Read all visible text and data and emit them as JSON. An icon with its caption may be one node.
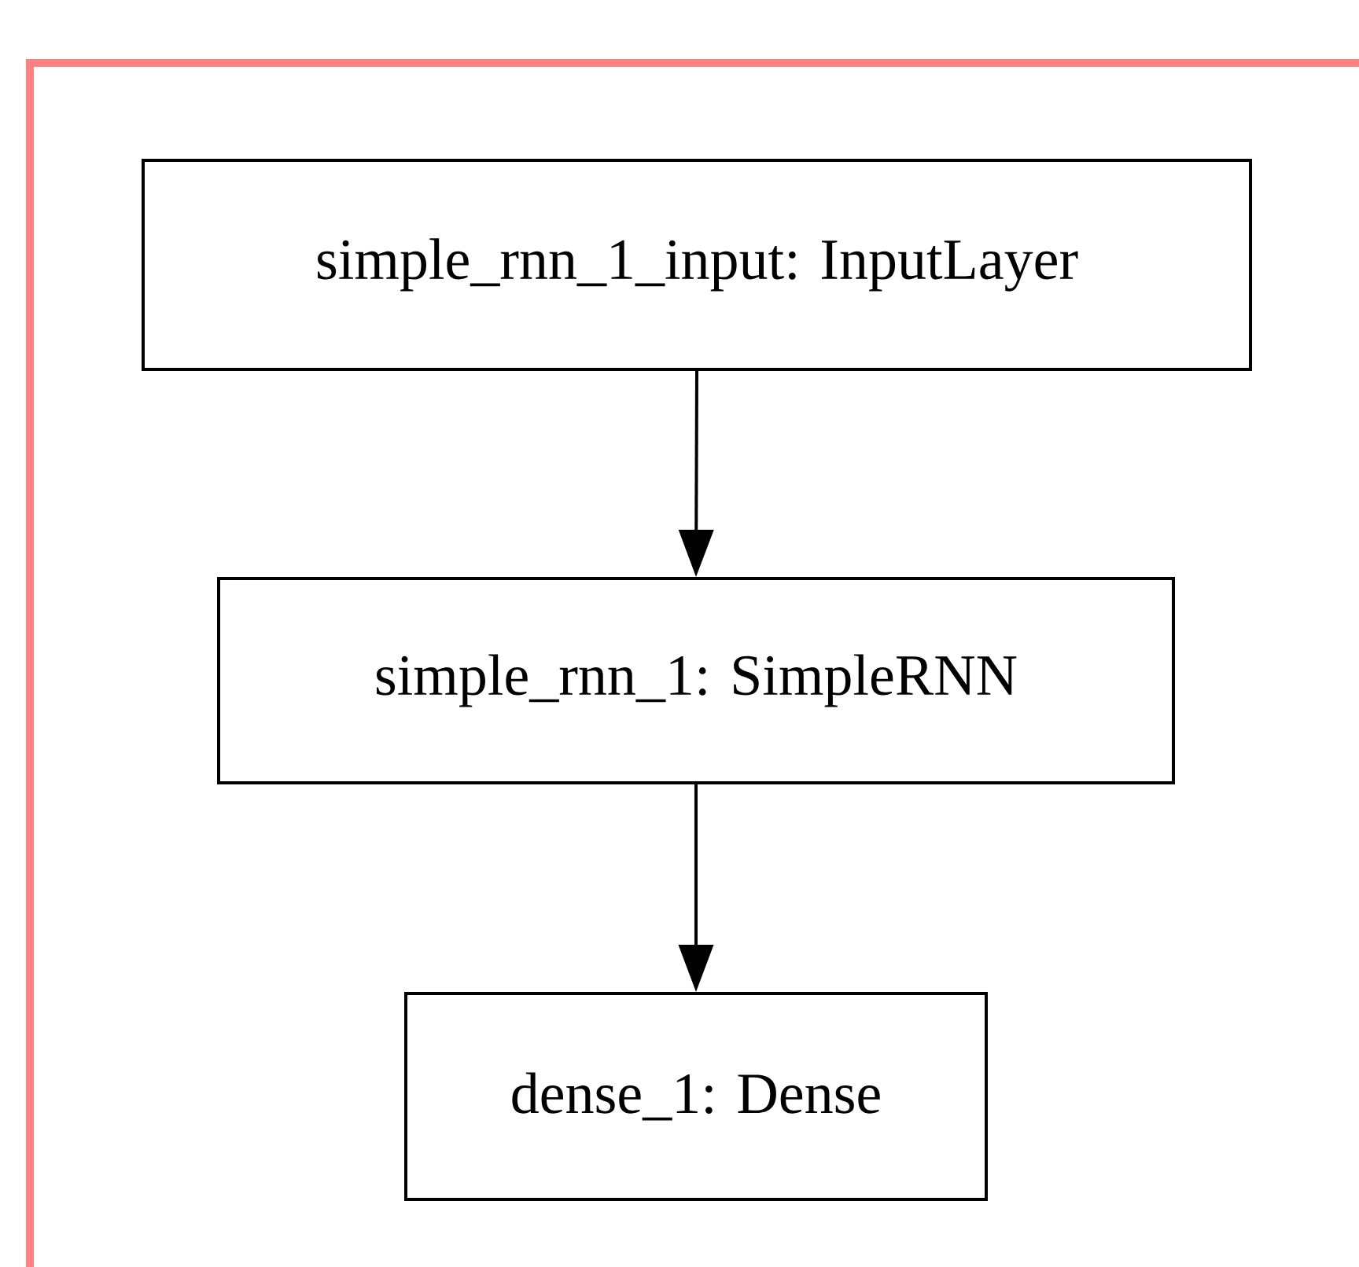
{
  "diagram": {
    "nodes": [
      {
        "text": [
          "simple_rnn_1_input: InputLayer"
        ]
      },
      {
        "text": [
          "simple_rnn_1: SimpleRNN"
        ]
      },
      {
        "text": [
          "dense_1: Dense"
        ]
      }
    ],
    "edges": [
      {
        "from": 0,
        "to": 1,
        "arrow": "to"
      },
      {
        "from": 1,
        "to": 2,
        "arrow": "to"
      }
    ]
  }
}
